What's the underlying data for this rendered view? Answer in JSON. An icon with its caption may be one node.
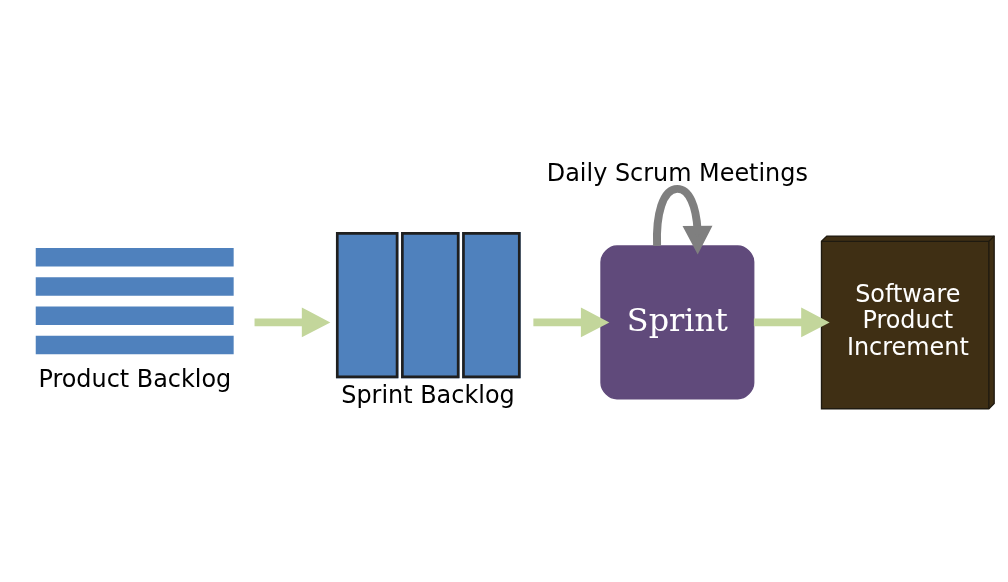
{
  "diagram": {
    "nodes": [
      {
        "text": [
          "Product Backlog"
        ]
      },
      {
        "text": [
          "Sprint Backlog"
        ]
      },
      {
        "text": [
          "Sprint"
        ]
      },
      {
        "text": [
          "Software Product Increment"
        ]
      }
    ],
    "edges": [
      {
        "from": 0,
        "to": 1,
        "arrow": "to"
      },
      {
        "from": 1,
        "to": 2,
        "arrow": "to"
      },
      {
        "from": 2,
        "to": 3,
        "arrow": "to"
      },
      {
        "from": 2,
        "to": 2,
        "arrow": "to",
        "label": "Daily Scrum Meetings",
        "color": "#7f7f7f"
      }
    ]
  }
}
